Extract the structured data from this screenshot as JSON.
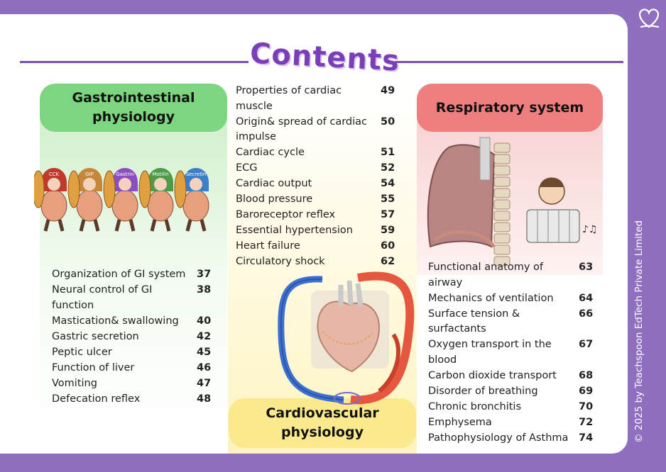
{
  "title": "Contents",
  "copyright": "© 2025 by Teachspoon EdTech Private Limited",
  "colors": {
    "frame": "#8e6fc0",
    "title": "#7a3fb8",
    "gi_header": "#7dd67f",
    "cardio_header": "#fbe98e",
    "resp_header": "#ef7f7f"
  },
  "gi": {
    "header": "Gastrointestinal physiology",
    "characters": [
      "CCK",
      "GIP",
      "Gastrin",
      "Motilin",
      "Secretin"
    ],
    "shield_labels": [
      "CCK",
      "GIP",
      "Gastrin",
      "Motilin",
      "Secretin"
    ],
    "items": [
      {
        "title": "Organization of GI system",
        "page": "37"
      },
      {
        "title": "Neural control of GI function",
        "page": "38"
      },
      {
        "title": "Mastication& swallowing",
        "page": "40"
      },
      {
        "title": "Gastric secretion",
        "page": "42"
      },
      {
        "title": "Peptic ulcer",
        "page": "45"
      },
      {
        "title": "Function of liver",
        "page": "46"
      },
      {
        "title": "Vomiting",
        "page": "47"
      },
      {
        "title": "Defecation reflex",
        "page": "48"
      }
    ]
  },
  "cardio": {
    "header": "Cardiovascular physiology",
    "items": [
      {
        "title": "Properties of cardiac muscle",
        "page": "49"
      },
      {
        "title": "Origin& spread of cardiac impulse",
        "page": "50"
      },
      {
        "title": "Cardiac cycle",
        "page": "51"
      },
      {
        "title": "ECG",
        "page": "52"
      },
      {
        "title": "Cardiac output",
        "page": "54"
      },
      {
        "title": "Blood pressure",
        "page": "55"
      },
      {
        "title": "Baroreceptor reflex",
        "page": "57"
      },
      {
        "title": "Essential hypertension",
        "page": "59"
      },
      {
        "title": "Heart failure",
        "page": "60"
      },
      {
        "title": "Circulatory shock",
        "page": "62"
      }
    ]
  },
  "resp": {
    "header": "Respiratory system",
    "items": [
      {
        "title": "Functional anatomy of airway",
        "page": "63"
      },
      {
        "title": "Mechanics of ventilation",
        "page": "64"
      },
      {
        "title": "Surface tension & surfactants",
        "page": "66"
      },
      {
        "title": "Oxygen transport in the blood",
        "page": "67"
      },
      {
        "title": "Carbon dioxide transport",
        "page": "68"
      },
      {
        "title": "Disorder of breathing",
        "page": "69"
      },
      {
        "title": "Chronic bronchitis",
        "page": "70"
      },
      {
        "title": "Emphysema",
        "page": "72"
      },
      {
        "title": "Pathophysiology of Asthma",
        "page": "74"
      }
    ]
  }
}
